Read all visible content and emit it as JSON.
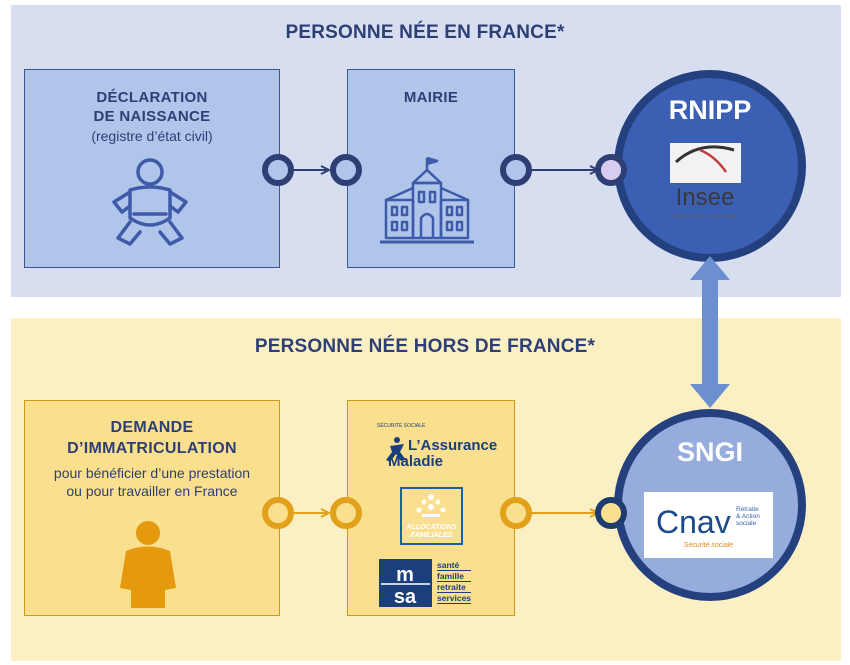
{
  "top_section": {
    "title": "PERSONNE NÉE EN FRANCE*",
    "box_birth": {
      "title_line1": "DÉCLARATION",
      "title_line2": "DE NAISSANCE",
      "subtitle": "(registre d’état civil)",
      "icon": "baby-icon"
    },
    "box_mairie": {
      "title": "MAIRIE",
      "icon": "town-hall-icon"
    }
  },
  "bottom_section": {
    "title": "PERSONNE NÉE HORS DE FRANCE*",
    "box_request": {
      "title_line1": "DEMANDE",
      "title_line2": "D’IMMATRICULATION",
      "subtitle_line1": "pour bénéficier d’une prestation",
      "subtitle_line2": "ou pour travailler en France",
      "icon": "person-icon"
    },
    "box_organisms": {
      "assurance_maladie": {
        "line1": "L’Assurance",
        "line2": "Maladie",
        "small": "SÉCURITÉ SOCIALE"
      },
      "caf": {
        "line1": "ALLOCATIONS",
        "line2": "FAMILIALES"
      },
      "msa": {
        "logo": "msa",
        "lines": [
          "santé",
          "famille",
          "retraite",
          "services"
        ]
      }
    }
  },
  "rnipp": {
    "label": "RNIPP",
    "logo": {
      "word": "Insee",
      "tagline": "Mesurer pour comprendre"
    }
  },
  "sngi": {
    "label": "SNGI",
    "logo": {
      "word": "Cnav",
      "small_line1": "Retraite",
      "small_line2": "& Action",
      "small_line3": "sociale",
      "tagline": "Sécurité sociale"
    }
  },
  "colors": {
    "navy": "#2e3f75",
    "blue_circle": "#3a5fb3",
    "light_blue_circle": "#95acdc",
    "orange": "#e2a11a",
    "link_blue": "#6b8fd0"
  }
}
